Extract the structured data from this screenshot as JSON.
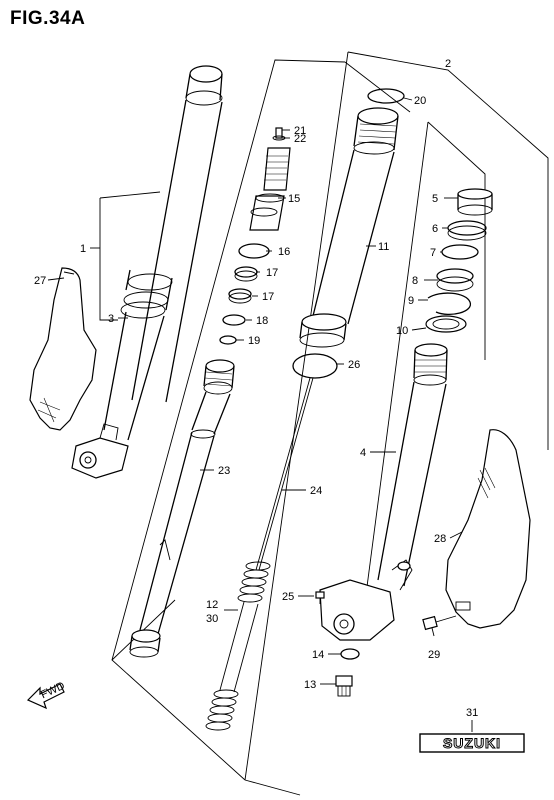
{
  "figure": {
    "title": "FIG.34A",
    "direction_label": "FWD",
    "brand_badge": "SUZUKI"
  },
  "callouts": [
    {
      "id": "c1",
      "text": "1"
    },
    {
      "id": "c2",
      "text": "2"
    },
    {
      "id": "c3",
      "text": "3"
    },
    {
      "id": "c4",
      "text": "4"
    },
    {
      "id": "c5",
      "text": "5"
    },
    {
      "id": "c6",
      "text": "6"
    },
    {
      "id": "c7",
      "text": "7"
    },
    {
      "id": "c8",
      "text": "8"
    },
    {
      "id": "c9",
      "text": "9"
    },
    {
      "id": "c10",
      "text": "10"
    },
    {
      "id": "c11",
      "text": "11"
    },
    {
      "id": "c12",
      "text": "12"
    },
    {
      "id": "c13",
      "text": "13"
    },
    {
      "id": "c14",
      "text": "14"
    },
    {
      "id": "c15",
      "text": "15"
    },
    {
      "id": "c16",
      "text": "16"
    },
    {
      "id": "c17a",
      "text": "17"
    },
    {
      "id": "c17b",
      "text": "17"
    },
    {
      "id": "c18",
      "text": "18"
    },
    {
      "id": "c19",
      "text": "19"
    },
    {
      "id": "c20",
      "text": "20"
    },
    {
      "id": "c21",
      "text": "21"
    },
    {
      "id": "c22",
      "text": "22"
    },
    {
      "id": "c23",
      "text": "23"
    },
    {
      "id": "c24",
      "text": "24"
    },
    {
      "id": "c25",
      "text": "25"
    },
    {
      "id": "c26",
      "text": "26"
    },
    {
      "id": "c27",
      "text": "27"
    },
    {
      "id": "c28",
      "text": "28"
    },
    {
      "id": "c29",
      "text": "29"
    },
    {
      "id": "c30",
      "text": "30"
    },
    {
      "id": "c31",
      "text": "31"
    }
  ]
}
